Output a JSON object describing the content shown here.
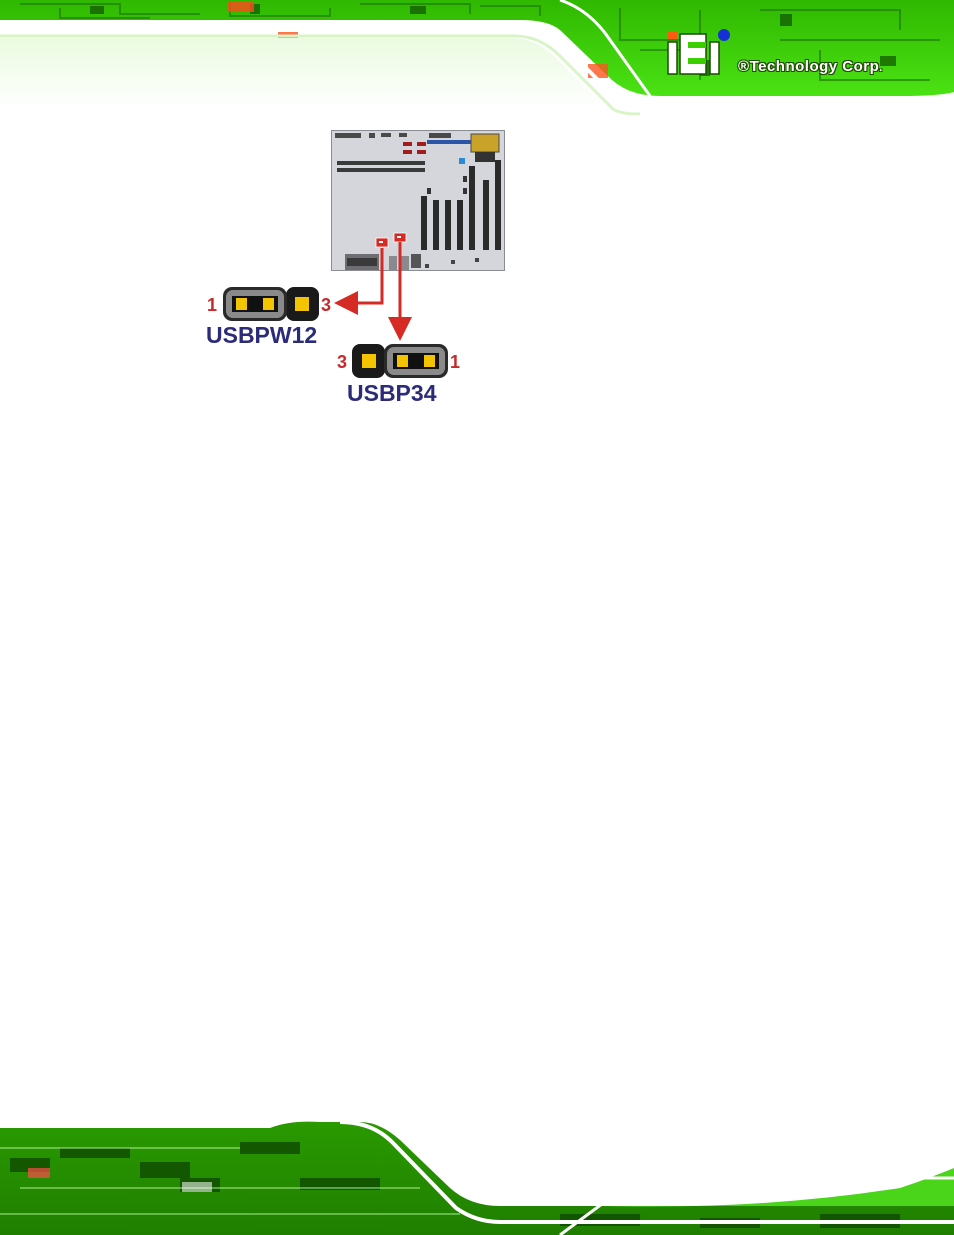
{
  "brand": {
    "registered": "®",
    "name": "Technology Corp",
    "suffix": "."
  },
  "jumpers": [
    {
      "id": "usbpw12",
      "label": "USBPW12",
      "left_pin": "1",
      "right_pin": "3"
    },
    {
      "id": "usbp34",
      "label": "USBP34",
      "left_pin": "3",
      "right_pin": "1"
    }
  ],
  "colors": {
    "banner_green": "#39d400",
    "label_navy": "#2b2b7a",
    "pin_red": "#c62a2a",
    "pointer_red": "#d62a24",
    "jumper_gold": "#f5c400"
  }
}
